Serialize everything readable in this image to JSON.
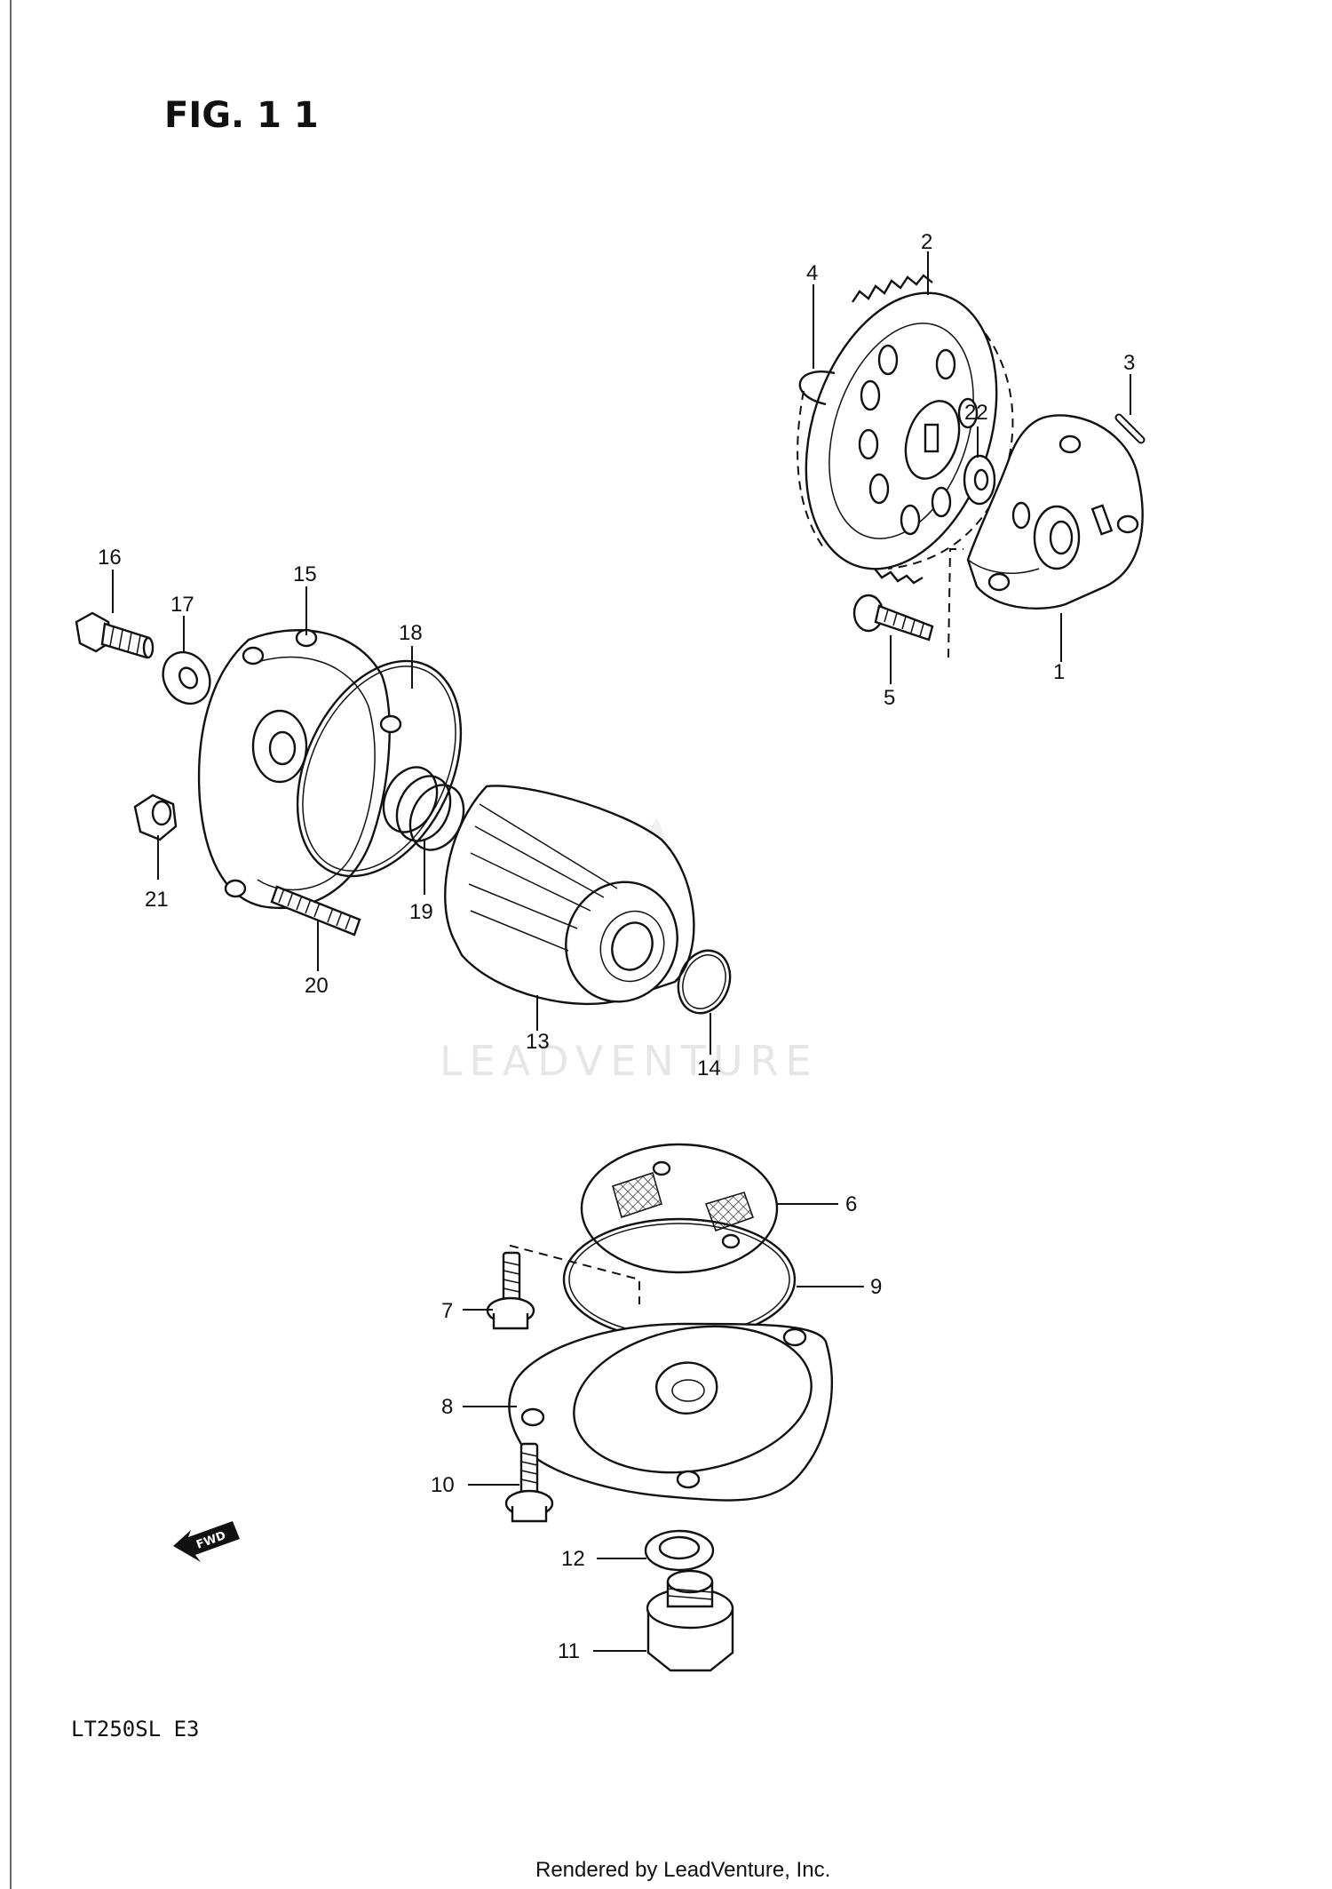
{
  "figure_title": "FIG. 1 1",
  "model_code": "LT250SL  E3",
  "credit": "Rendered by LeadVenture, Inc.",
  "watermark": "LEADVENTURE",
  "direction_label": "FWD",
  "callouts": {
    "c1": "1",
    "c2": "2",
    "c3": "3",
    "c4": "4",
    "c5": "5",
    "c6": "6",
    "c7": "7",
    "c8": "8",
    "c9": "9",
    "c10": "10",
    "c11": "11",
    "c12": "12",
    "c13": "13",
    "c14": "14",
    "c15": "15",
    "c16": "16",
    "c17": "17",
    "c18": "18",
    "c19": "19",
    "c20": "20",
    "c21": "21",
    "c22": "22"
  }
}
